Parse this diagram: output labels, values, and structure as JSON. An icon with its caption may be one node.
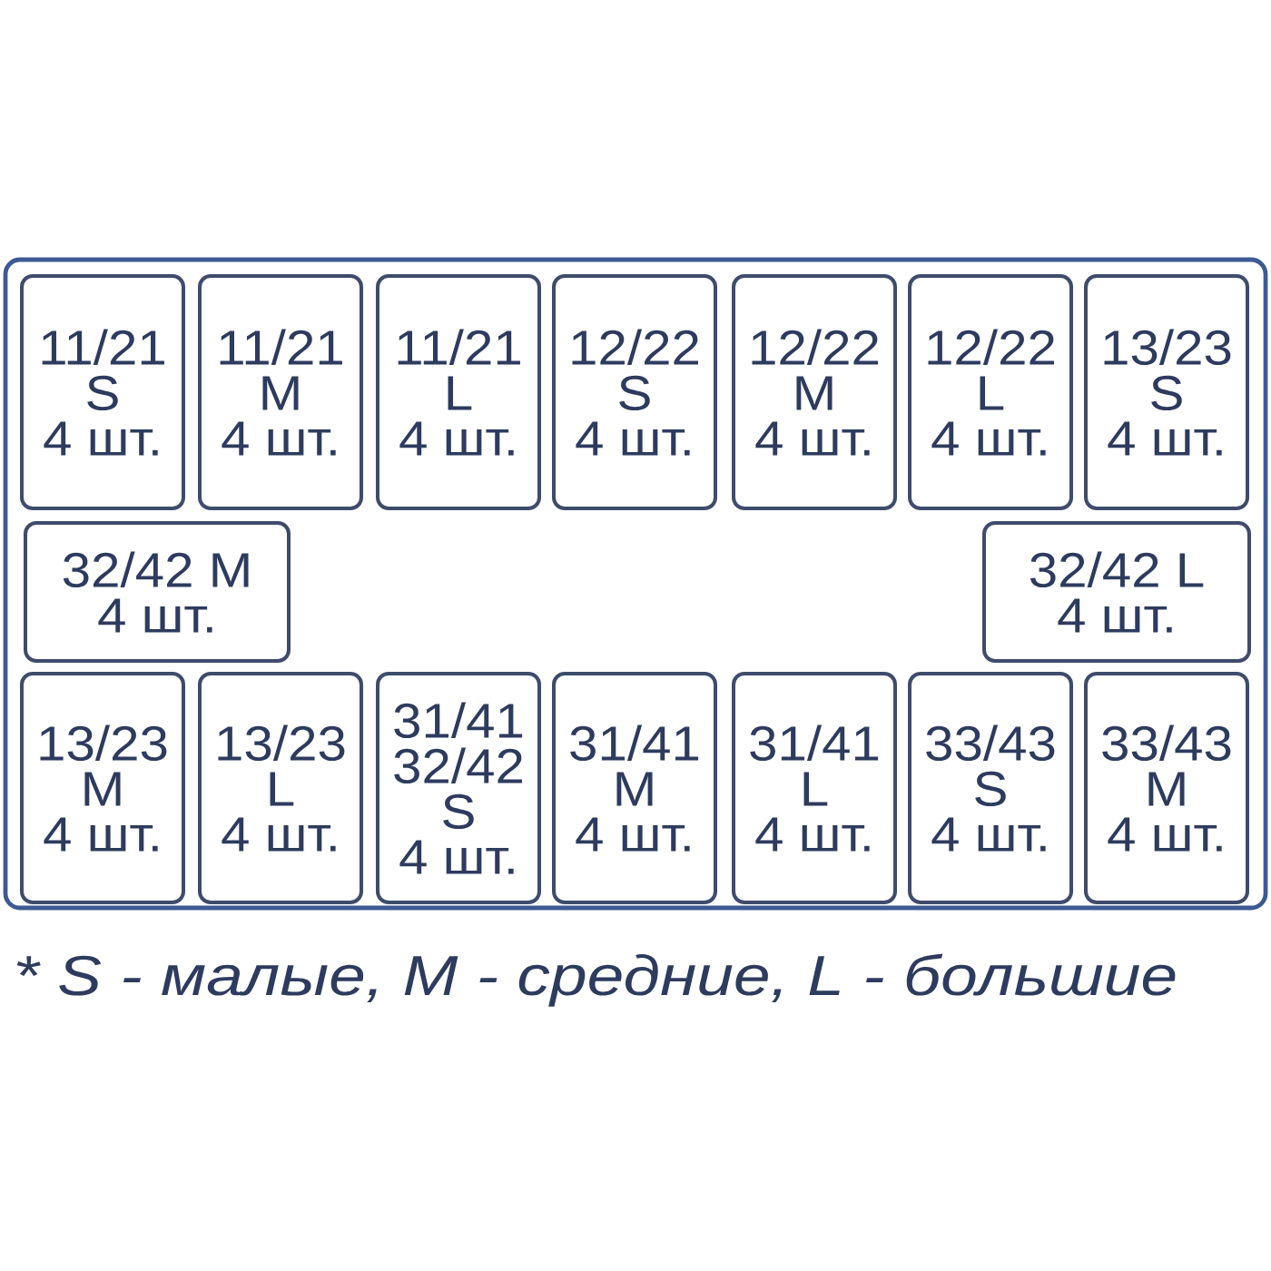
{
  "diagram": {
    "nodes": [
      {
        "text": [],
        "shape": "box"
      },
      {
        "text": [
          "11/21",
          "S",
          "4 шт."
        ],
        "in": 0
      },
      {
        "text": [
          "11/21",
          "M",
          "4 шт."
        ],
        "in": 0
      },
      {
        "text": [
          "11/21",
          "L",
          "4 шт."
        ],
        "in": 0
      },
      {
        "text": [
          "12/22",
          "S",
          "4 шт."
        ],
        "in": 0
      },
      {
        "text": [
          "12/22",
          "M",
          "4 шт."
        ],
        "in": 0
      },
      {
        "text": [
          "12/22",
          "L",
          "4 шт."
        ],
        "in": 0
      },
      {
        "text": [
          "13/23",
          "S",
          "4 шт."
        ],
        "in": 0
      },
      {
        "text": [
          "32/42 M",
          "4 шт."
        ],
        "in": 0
      },
      {
        "text": [
          "32/42 L",
          "4 шт."
        ],
        "in": 0
      },
      {
        "text": [
          "13/23",
          "M",
          "4 шт."
        ],
        "in": 0
      },
      {
        "text": [
          "13/23",
          "L",
          "4 шт."
        ],
        "in": 0
      },
      {
        "text": [
          "31/41",
          "32/42",
          "S",
          "4 шт."
        ],
        "in": 0
      },
      {
        "text": [
          "31/41",
          "M",
          "4 шт."
        ],
        "in": 0
      },
      {
        "text": [
          "31/41",
          "L",
          "4 шт."
        ],
        "in": 0
      },
      {
        "text": [
          "33/43",
          "S",
          "4 шт."
        ],
        "in": 0
      },
      {
        "text": [
          "33/43",
          "M",
          "4 шт."
        ],
        "in": 0
      }
    ],
    "labels": [
      "* S - малые, M - средние, L - большие"
    ]
  }
}
